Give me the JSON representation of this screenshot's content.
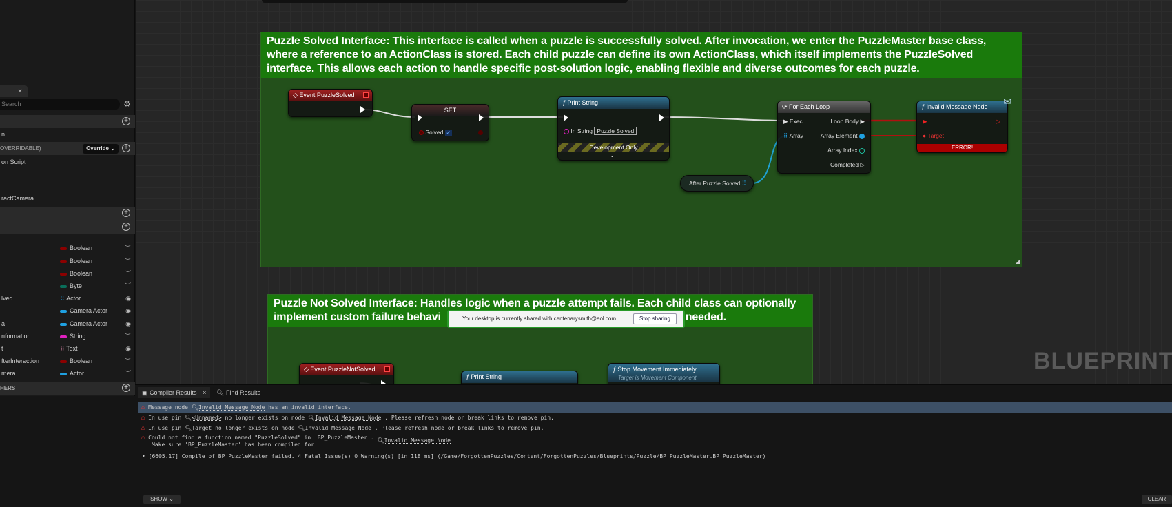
{
  "left_panel": {
    "tab_close": "×",
    "search_placeholder": "Search",
    "rows": [
      "n",
      "on Script",
      "ractCamera"
    ],
    "overridable_label": "OVERRIDABLE)",
    "override_label": "Override",
    "others_label": "HERS",
    "variables": [
      {
        "name": "",
        "type": "Boolean",
        "color": "#8c0000",
        "visible": false
      },
      {
        "name": "",
        "type": "Boolean",
        "color": "#8c0000",
        "visible": false
      },
      {
        "name": "",
        "type": "Boolean",
        "color": "#8c0000",
        "visible": false
      },
      {
        "name": "",
        "type": "Byte",
        "color": "#0a6e5a",
        "visible": false
      },
      {
        "name": "lved",
        "type": "Actor",
        "color": "#1fa0e0",
        "visible": true
      },
      {
        "name": "",
        "type": "Camera Actor",
        "color": "#1fa0e0",
        "visible": true
      },
      {
        "name": "a",
        "type": "Camera Actor",
        "color": "#1fa0e0",
        "visible": true
      },
      {
        "name": "nformation",
        "type": "String",
        "color": "#e020c0",
        "visible": false
      },
      {
        "name": "t",
        "type": "Text",
        "color": "#d080a0",
        "visible": true
      },
      {
        "name": "fterInteraction",
        "type": "Boolean",
        "color": "#8c0000",
        "visible": false
      },
      {
        "name": "mera",
        "type": "Actor",
        "color": "#1fa0e0",
        "visible": false
      }
    ]
  },
  "graph": {
    "comment1": "Puzzle Solved Interface: This interface is called when a puzzle is successfully solved. After invocation, we enter the PuzzleMaster base class, where a reference to an ActionClass is stored. Each child puzzle can define its own ActionClass, which itself implements the PuzzleSolved interface. This allows each action to handle specific post-solution logic, enabling flexible and diverse outcomes for each puzzle.",
    "comment2_line1": "Puzzle Not Solved Interface: Handles logic when a puzzle attempt fails. Each child class can optionally",
    "comment2_line2a": "implement custom failure behavi",
    "comment2_line2b": "needed.",
    "nodes": {
      "event_solved": "Event PuzzleSolved",
      "set": "SET",
      "set_pin": "Solved",
      "print": "Print String",
      "in_string": "In String",
      "in_string_value": "Puzzle Solved",
      "dev_only": "Development Only",
      "after": "After Puzzle Solved",
      "foreach": "For Each Loop",
      "exec": "Exec",
      "array": "Array",
      "loop_body": "Loop Body",
      "array_element": "Array Element",
      "array_index": "Array Index",
      "completed": "Completed",
      "invalid": "Invalid Message Node",
      "target": "Target",
      "error": "ERROR!",
      "event_not_solved": "Event PuzzleNotSolved",
      "print2": "Print String",
      "stop": "Stop Movement Immediately",
      "stop_sub": "Target is Movement Component"
    },
    "watermark": "BLUEPRINT"
  },
  "toast": {
    "text": "Your desktop is currently shared with centenarysmith@aol.com",
    "button": "Stop sharing"
  },
  "bottom": {
    "tabs": [
      "Compiler Results",
      "Find Results"
    ],
    "m1": {
      "a": "Message node",
      "l1": "Invalid Message Node",
      "b": "has an invalid interface."
    },
    "m2": {
      "a": "In use pin",
      "l1": "<Unnamed>",
      "b": "no longer exists on node",
      "l2": "Invalid Message Node",
      "c": ". Please refresh node or break links to remove pin."
    },
    "m3": {
      "a": "In use pin",
      "l1": "Target",
      "b": "no longer exists on node",
      "l2": "Invalid Message Node",
      "c": ". Please refresh node or break links to remove pin."
    },
    "m4": {
      "a": "Could not find a function named \"PuzzleSolved\" in 'BP_PuzzleMaster'.",
      "a2": "Make sure 'BP_PuzzleMaster' has been compiled for",
      "l1": "Invalid Message Node"
    },
    "m5": "[6605.17] Compile of BP_PuzzleMaster failed. 4 Fatal Issue(s) 0 Warning(s) [in 118 ms] (/Game/ForgottenPuzzles/Content/ForgottenPuzzles/Blueprints/Puzzle/BP_PuzzleMaster.BP_PuzzleMaster)",
    "show": "SHOW",
    "clear": "CLEAR"
  }
}
